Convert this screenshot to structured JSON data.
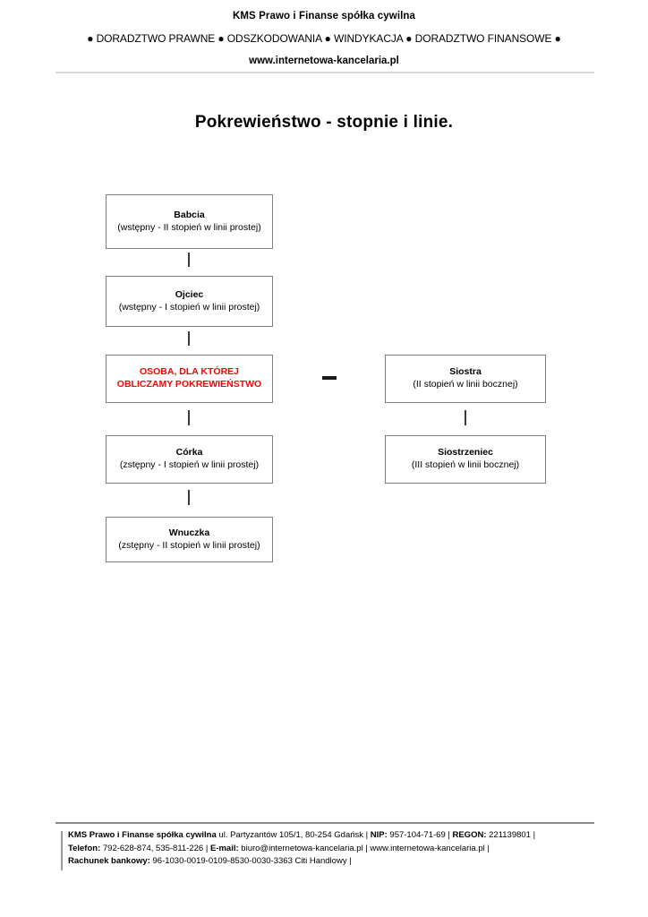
{
  "header": {
    "company": "KMS Prawo i Finanse spółka cywilna",
    "services": "● DORADZTWO PRAWNE ● ODSZKODOWANIA ● WINDYKACJA ● DORADZTWO FINANSOWE ●",
    "website": "www.internetowa-kancelaria.pl"
  },
  "title": "Pokrewieństwo - stopnie i linie.",
  "diagram": {
    "nodes": [
      {
        "id": "babcia",
        "title": "Babcia",
        "subtitle": "(wstępny - II stopień w linii prostej)",
        "highlight": false
      },
      {
        "id": "ojciec",
        "title": "Ojciec",
        "subtitle": "(wstępny - I stopień w linii prostej)",
        "highlight": false
      },
      {
        "id": "osoba",
        "title": "OSOBA, DLA KTÓREJ",
        "subtitle": "OBLICZAMY POKREWIEŃSTWO",
        "highlight": true
      },
      {
        "id": "corka",
        "title": "Córka",
        "subtitle": "(zstępny - I stopień w linii prostej)",
        "highlight": false
      },
      {
        "id": "wnuczka",
        "title": "Wnuczka",
        "subtitle": "(zstępny - II stopień w linii prostej)",
        "highlight": false
      },
      {
        "id": "siostra",
        "title": "Siostra",
        "subtitle": "(II stopień w linii bocznej)",
        "highlight": false
      },
      {
        "id": "siostrzeniec",
        "title": "Siostrzeniec",
        "subtitle": "(III stopień w linii bocznej)",
        "highlight": false
      }
    ],
    "highlight_color": "#ff0000",
    "box_border_color": "#808080",
    "connector_color": "#3a3a3a"
  },
  "footer": {
    "line1": {
      "bold1": "KMS Prawo i Finanse spółka cywilna",
      "text1": " ul. Partyzantów 105/1, 80-254 Gdańsk  |  ",
      "bold2": "NIP:",
      "text2": " 957-104-71-69  |  ",
      "bold3": "REGON:",
      "text3": " 221139801  |"
    },
    "line2": {
      "bold1": "Telefon:",
      "text1": " 792-628-874, 535-811-226  |  ",
      "bold2": "E-mail:",
      "text2": " biuro@internetowa-kancelaria.pl  |  www.internetowa-kancelaria.pl  |"
    },
    "line3": {
      "bold1": "Rachunek bankowy:",
      "text1": " 96-1030-0019-0109-8530-0030-3363 Citi Handlowy  |"
    }
  }
}
